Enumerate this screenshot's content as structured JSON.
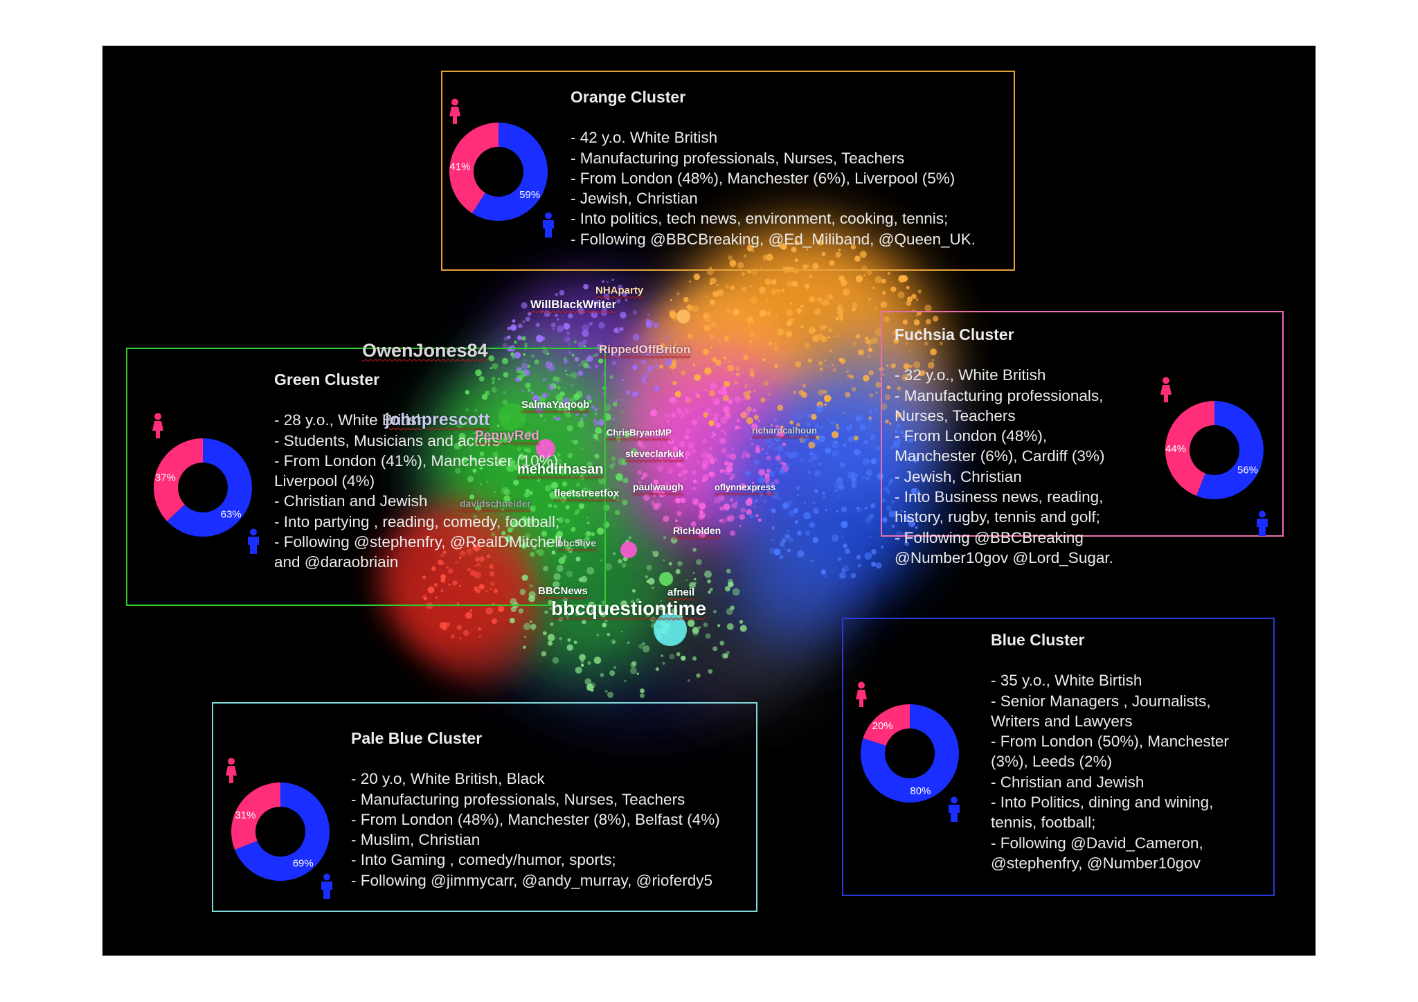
{
  "colors": {
    "female": "#ff2d7a",
    "male": "#1a2eff",
    "orange": "#e8a33a",
    "green": "#2ecc2e",
    "fuchsia": "#ee6fb0",
    "blue": "#2a3cd8",
    "pale_blue": "#7fd8dc"
  },
  "icons": {
    "female": "female-person-icon",
    "male": "male-person-icon"
  },
  "clusters": {
    "orange": {
      "title": "Orange Cluster",
      "lines": [
        "- 42 y.o. White British",
        "- Manufacturing professionals, Nurses, Teachers",
        "- From London (48%), Manchester (6%), Liverpool (5%)",
        "- Jewish, Christian",
        "- Into politics, tech news, environment, cooking, tennis;",
        "- Following @BBCBreaking, @Ed_Miliband, @Queen_UK."
      ],
      "female_pct": 41,
      "male_pct": 59,
      "female_label": "41%",
      "male_label": "59%"
    },
    "green": {
      "title": "Green Cluster",
      "lines": [
        "- 28 y.o., White British",
        "- Students, Musicians and actors",
        "- From London (41%), Manchester (10%),",
        "Liverpool (4%)",
        "- Christian and Jewish",
        "- Into partying , reading, comedy, football;",
        "- Following @stephenfry, @RealDMitchell",
        "and @daraobriain"
      ],
      "female_pct": 37,
      "male_pct": 63,
      "female_label": "37%",
      "male_label": "63%"
    },
    "fuchsia": {
      "title": "Fuchsia Cluster",
      "lines": [
        "- 32 y.o., White British",
        "- Manufacturing professionals,",
        "Nurses, Teachers",
        "- From London (48%),",
        "Manchester (6%), Cardiff (3%)",
        "- Jewish, Christian",
        "- Into Business news, reading,",
        "history, rugby, tennis and golf;",
        "- Following @BBCBreaking",
        "@Number10gov @Lord_Sugar."
      ],
      "female_pct": 44,
      "male_pct": 56,
      "female_label": "44%",
      "male_label": "56%"
    },
    "blue": {
      "title": "Blue Cluster",
      "lines": [
        "- 35 y.o., White Birtish",
        "- Senior Managers , Journalists,",
        "Writers and Lawyers",
        "- From London (50%), Manchester",
        "(3%), Leeds (2%)",
        " - Christian and Jewish",
        " - Into Politics, dining and wining,",
        "tennis, football;",
        "- Following @David_Cameron,",
        "@stephenfry, @Number10gov"
      ],
      "female_pct": 20,
      "male_pct": 80,
      "female_label": "20%",
      "male_label": "80%"
    },
    "pale_blue": {
      "title": "Pale Blue Cluster",
      "lines": [
        "- 20 y.o, White British, Black",
        "- Manufacturing professionals, Nurses, Teachers",
        "-  From London (48%), Manchester (8%), Belfast (4%)",
        "- Muslim, Christian",
        "- Into Gaming , comedy/humor, sports;",
        "- Following @jimmycarr, @andy_murray, @rioferdy5"
      ],
      "female_pct": 31,
      "male_pct": 69,
      "female_label": "31%",
      "male_label": "69%"
    }
  },
  "node_labels": [
    "NHAparty",
    "WillBlackWriter",
    "RippedOffBriton",
    "OwenJones84",
    "SalmaYaqoob",
    "johnprescott",
    "ChrisBryantMP",
    "richardcalhoun",
    "PennyRed",
    "steveclarkuk",
    "mehdirhasan",
    "paulwaugh",
    "oflynnexpress",
    "fleetstreetfox",
    "davidschneider",
    "RicHolden",
    "bbc5live",
    "BBCNews",
    "afneil",
    "bbcquestiontime"
  ]
}
